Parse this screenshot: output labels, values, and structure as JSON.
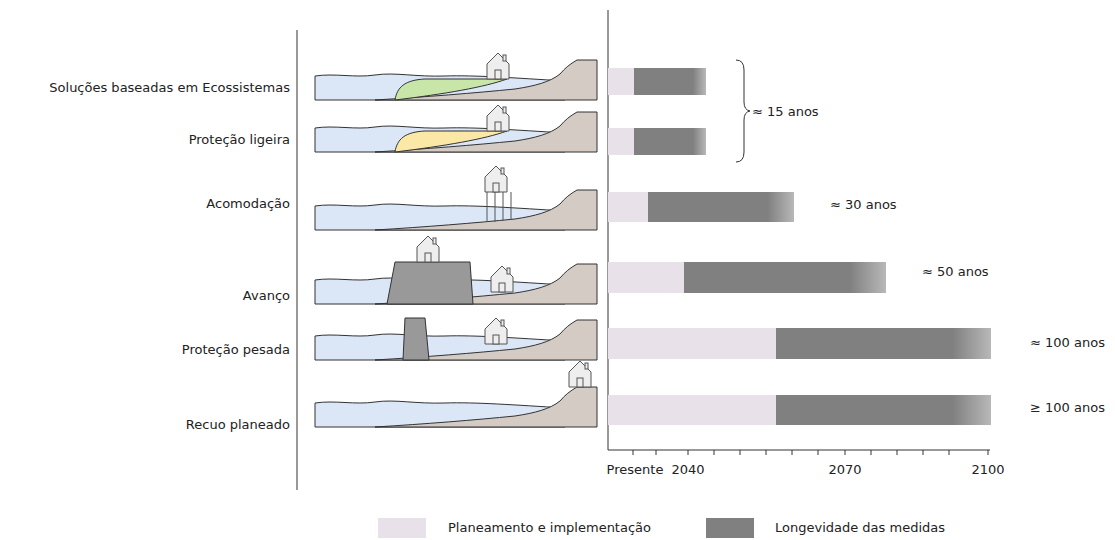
{
  "diagram": {
    "labels": [
      "Soluções baseadas em Ecossistemas",
      "Proteção ligeira",
      "Acomodação",
      "Avanço",
      "Proteção pesada",
      "Recuo planeado",
      "≈ 15 anos",
      "≈ 30 anos",
      "≈ 50 anos",
      "≈ 100 anos",
      "≥ 100 anos",
      "Presente",
      "2040",
      "2070",
      "2100"
    ],
    "legend": [
      {
        "text": "Planeamento e implementação",
        "color": "#e8e1ea"
      },
      {
        "text": "Longevidade das medidas",
        "color": "#808080"
      }
    ]
  }
}
